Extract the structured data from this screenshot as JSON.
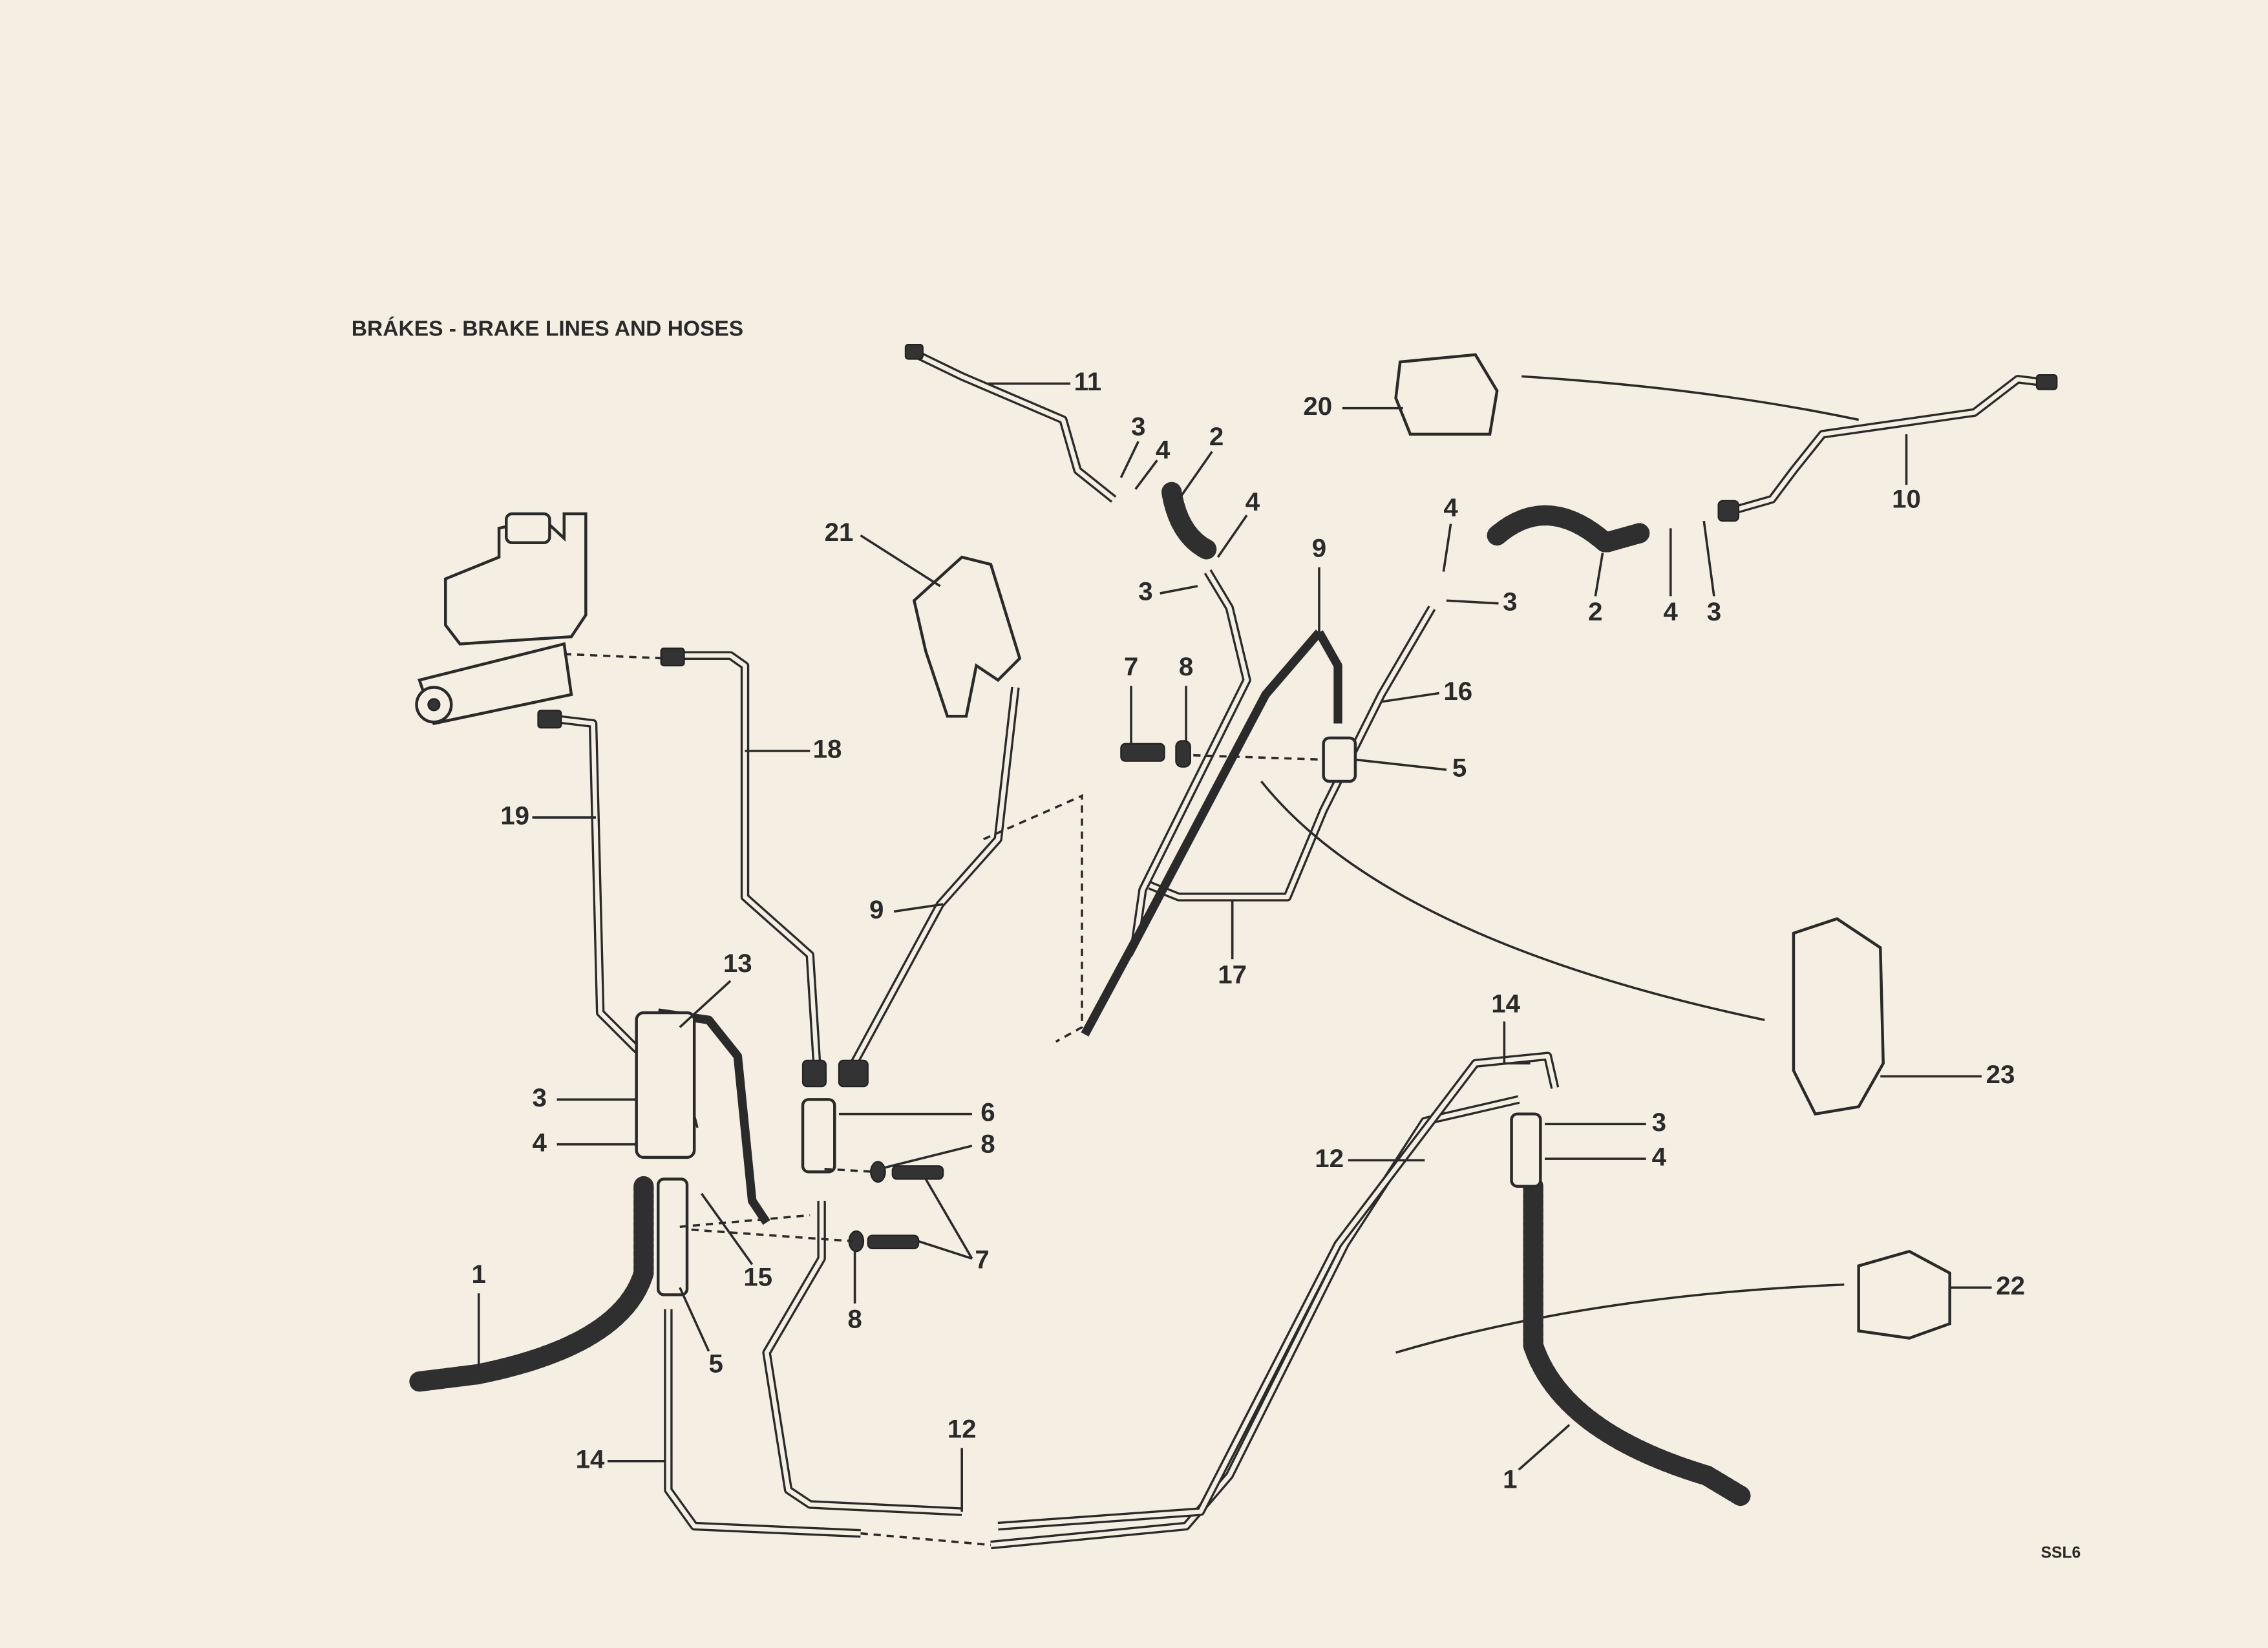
{
  "title": "BRÁKES - BRAKE LINES AND HOSES",
  "figure_code": "SSL6",
  "callouts": [
    "11",
    "3",
    "4",
    "2",
    "4",
    "3",
    "21",
    "20",
    "10",
    "9",
    "4",
    "3",
    "2",
    "4",
    "3",
    "7",
    "8",
    "16",
    "5",
    "18",
    "19",
    "9",
    "17",
    "13",
    "14",
    "23",
    "3",
    "4",
    "6",
    "8",
    "3",
    "4",
    "12",
    "1",
    "15",
    "7",
    "22",
    "8",
    "5",
    "12",
    "14",
    "1"
  ]
}
